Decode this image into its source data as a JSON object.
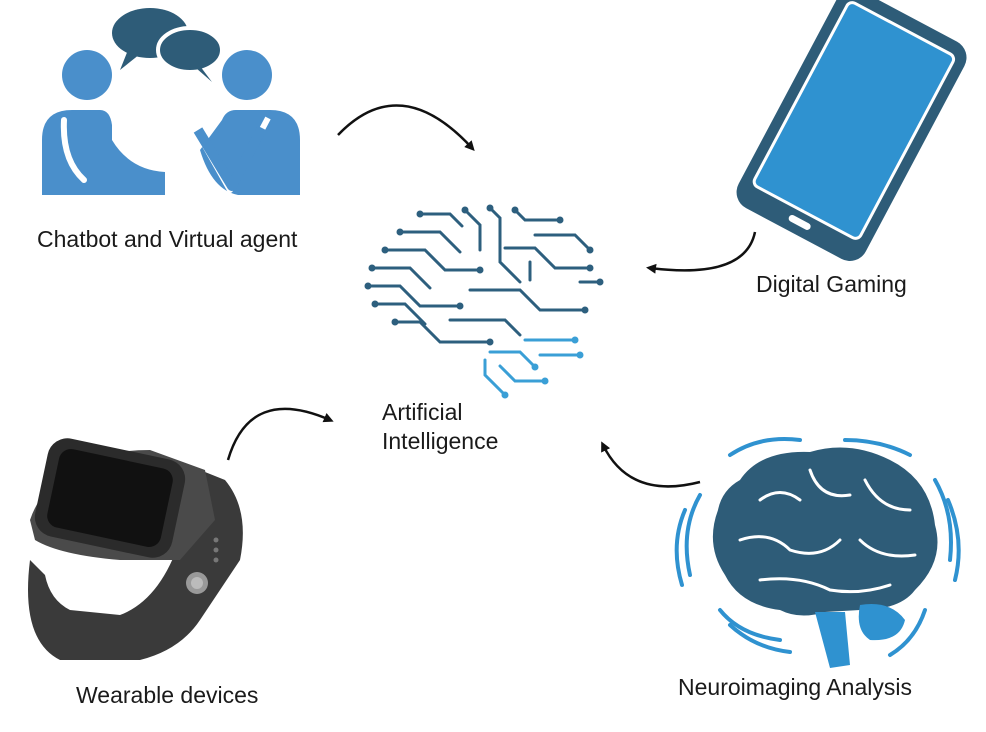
{
  "nodes": {
    "chatbot": "Chatbot and Virtual agent",
    "gaming": "Digital Gaming",
    "wearable": "Wearable devices",
    "neuro": "Neuroimaging Analysis",
    "ai_line1": "Artificial",
    "ai_line2": "Intelligence"
  },
  "colors": {
    "people": "#4a8fcb",
    "bubble": "#2e5c78",
    "tablet_frame": "#2e5c78",
    "tablet_screen": "#2f92d0",
    "circuit_dark": "#2d5f7e",
    "circuit_light": "#3a9fd6",
    "brain_dark": "#2e5c78",
    "brain_light": "#2f92d0",
    "watch": "#3a3a3a",
    "arrow": "#111111"
  },
  "icons": [
    "people-chat-icon",
    "tablet-icon",
    "circuit-brain-icon",
    "smartwatch-icon",
    "brain-scan-icon"
  ]
}
